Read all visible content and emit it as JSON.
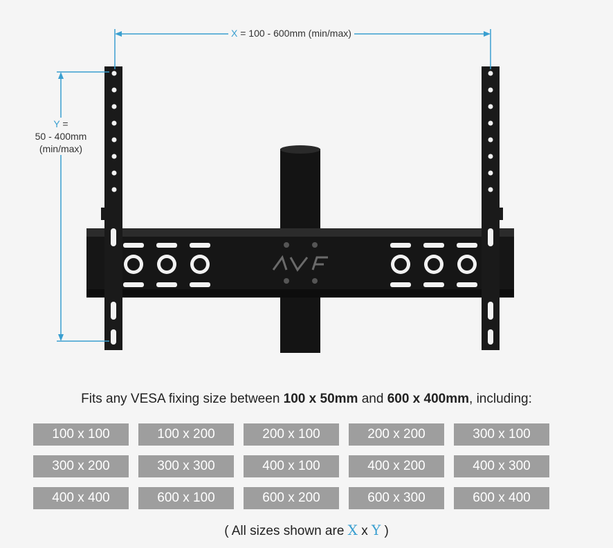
{
  "dimensions": {
    "x_letter": "X",
    "x_text": "= 100 - 600mm (min/max)",
    "y_letter": "Y",
    "y_eq": "=",
    "y_range": "50 - 400mm",
    "y_minmax": "(min/max)"
  },
  "logo_text": "AVF",
  "fits": {
    "prefix": "Fits any VESA fixing size between ",
    "min": "100 x 50mm",
    "and": " and ",
    "max": "600 x 400mm",
    "suffix": ", including:"
  },
  "sizes": [
    "100 x 100",
    "100 x 200",
    "200 x 100",
    "200 x 200",
    "300 x 100",
    "300 x 200",
    "300 x 300",
    "400 x 100",
    "400 x 200",
    "400 x 300",
    "400 x 400",
    "600 x 100",
    "600 x 200",
    "600 x 300",
    "600 x 400"
  ],
  "footnote": {
    "open": "( All sizes shown are ",
    "x": "X",
    "mid": " x ",
    "y": "Y",
    "close": " )"
  },
  "colors": {
    "accent": "#3a9fd0",
    "bracket": "#1a1a1a",
    "cell_bg": "#9e9e9e"
  }
}
